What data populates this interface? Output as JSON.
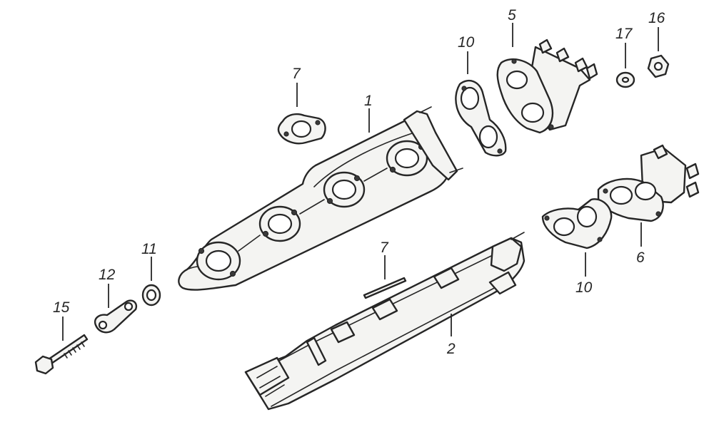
{
  "callouts": [
    {
      "id": "c1",
      "number": "1"
    },
    {
      "id": "c2",
      "number": "2"
    },
    {
      "id": "c5",
      "number": "5"
    },
    {
      "id": "c6",
      "number": "6"
    },
    {
      "id": "c7a",
      "number": "7"
    },
    {
      "id": "c7b",
      "number": "7"
    },
    {
      "id": "c10a",
      "number": "10"
    },
    {
      "id": "c10b",
      "number": "10"
    },
    {
      "id": "c11",
      "number": "11"
    },
    {
      "id": "c12",
      "number": "12"
    },
    {
      "id": "c15",
      "number": "15"
    },
    {
      "id": "c16",
      "number": "16"
    },
    {
      "id": "c17",
      "number": "17"
    }
  ],
  "colors": {
    "ink": "#262626",
    "part_fill": "#f4f4f2",
    "background": "#ffffff"
  }
}
